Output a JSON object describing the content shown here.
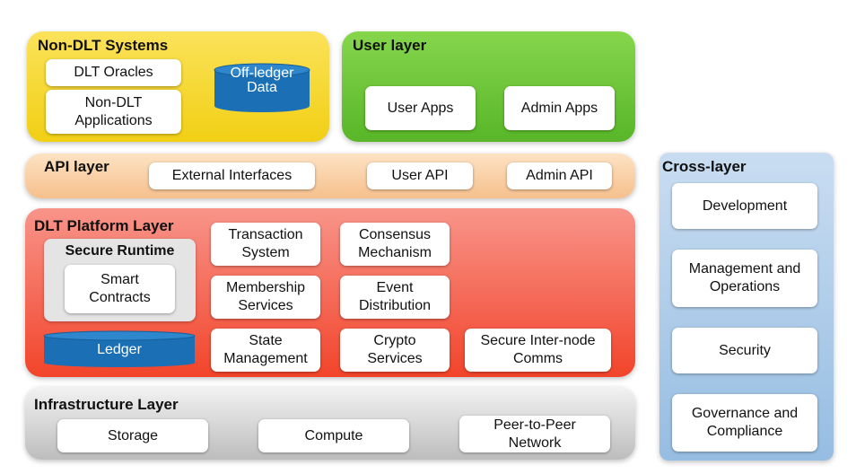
{
  "non_dlt": {
    "title": "Non-DLT Systems",
    "oracles": "DLT Oracles",
    "applications": "Non-DLT\nApplications",
    "offledger": "Off-ledger\nData"
  },
  "user_layer": {
    "title": "User layer",
    "user_apps": "User Apps",
    "admin_apps": "Admin Apps"
  },
  "api_layer": {
    "title": "API layer",
    "external": "External Interfaces",
    "user_api": "User API",
    "admin_api": "Admin API"
  },
  "dlt_platform": {
    "title": "DLT Platform Layer",
    "secure_runtime": "Secure Runtime",
    "smart_contracts": "Smart\nContracts",
    "ledger": "Ledger",
    "transaction": "Transaction\nSystem",
    "consensus": "Consensus\nMechanism",
    "membership": "Membership\nServices",
    "event": "Event\nDistribution",
    "state": "State\nManagement",
    "crypto": "Crypto\nServices",
    "comms": "Secure Inter-node\nComms"
  },
  "infrastructure": {
    "title": "Infrastructure Layer",
    "storage": "Storage",
    "compute": "Compute",
    "p2p": "Peer-to-Peer\nNetwork"
  },
  "cross_layer": {
    "title": "Cross-layer",
    "development": "Development",
    "management": "Management and\nOperations",
    "security": "Security",
    "governance": "Governance and\nCompliance"
  },
  "colors": {
    "non_dlt": "#f1cf14",
    "user": "#58b628",
    "api": "#f6c08d",
    "dlt": "#f2442a",
    "infra": "#c8c8c8",
    "cross": "#a9c8e6",
    "cylinder": "#1a6fb5"
  }
}
